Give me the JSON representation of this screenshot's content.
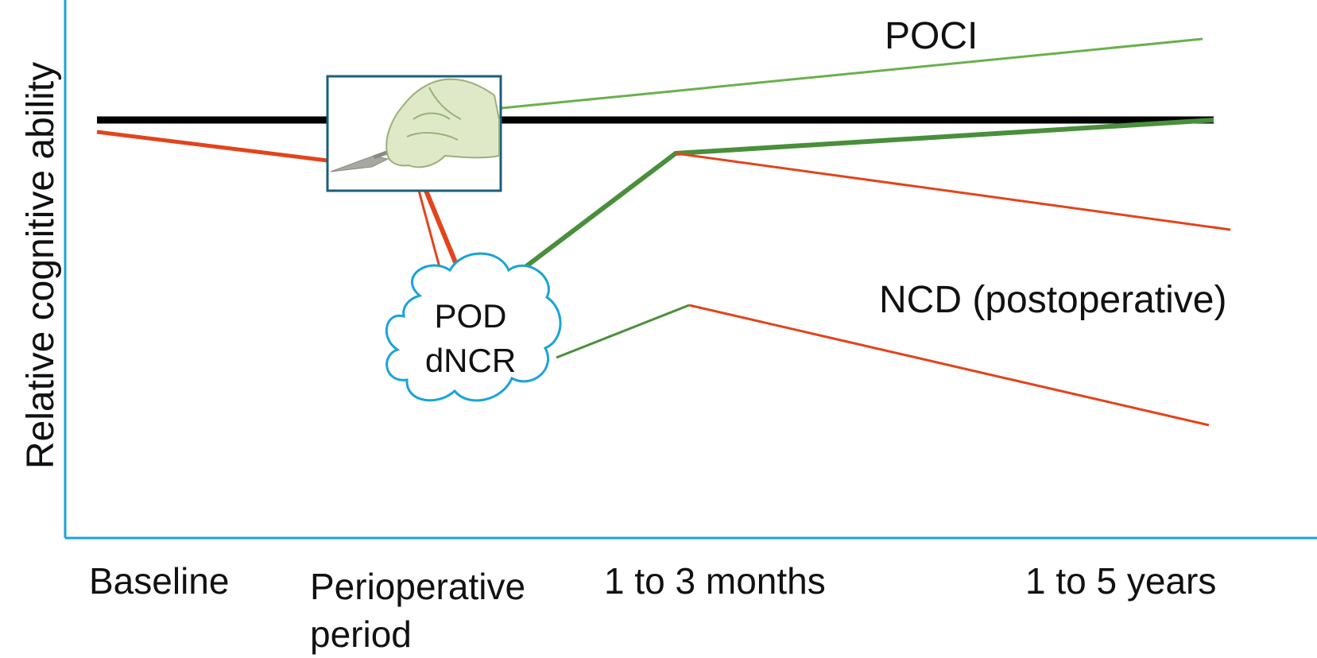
{
  "figure": {
    "y_axis_label": "Relative cognitive ability",
    "x_ticks": {
      "baseline": "Baseline",
      "perioperative_line1": "Perioperative",
      "perioperative_line2": "period",
      "months": "1 to 3 months",
      "years": "1 to 5 years"
    },
    "labels": {
      "poci": "POCI",
      "ncd": "NCD (postoperative)",
      "cloud_line1": "POD",
      "cloud_line2": "dNCR"
    },
    "icons": {
      "surgery": "scalpel-in-gloved-hand-icon",
      "cloud": "cloud-callout"
    },
    "colors": {
      "baseline_line": "#000000",
      "axis": "#1aa3d9",
      "decline_line": "#e2441c",
      "recovery_line": "#4a8f3c",
      "poci_line": "#6ab04c",
      "cloud_stroke": "#1aa3d9",
      "surgery_box_stroke": "#1a5f7a"
    }
  }
}
